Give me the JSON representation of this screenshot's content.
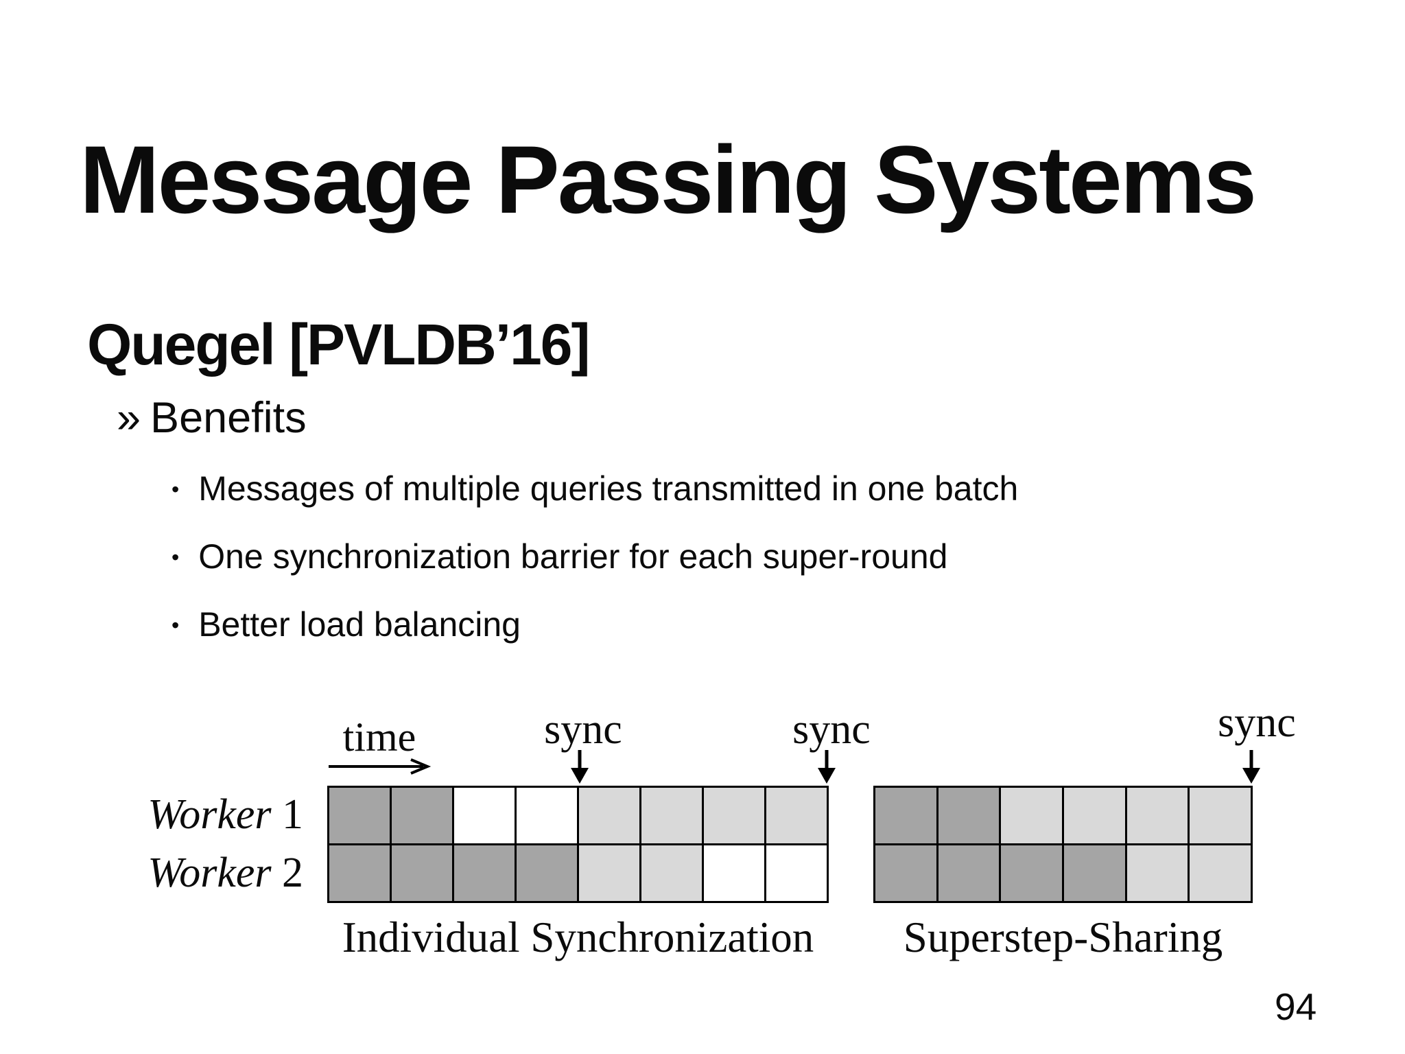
{
  "slide": {
    "title": "Message Passing Systems",
    "subtitle": "Quegel [PVLDB’16]",
    "benefits": {
      "marker": "»",
      "label": "Benefits"
    },
    "bullets": [
      "Messages of multiple queries transmitted in one batch",
      "One synchronization barrier for each super-round",
      "Better load balancing"
    ],
    "page_number": "94"
  },
  "diagram": {
    "time_label": "time",
    "sync_label": "sync",
    "workers": [
      {
        "name": "Worker",
        "number": "1"
      },
      {
        "name": "Worker",
        "number": "2"
      }
    ],
    "colors": {
      "dark": "#a5a5a5",
      "light": "#d9d9d9",
      "white": "#ffffff"
    },
    "individual_sync": {
      "caption": "Individual Synchronization",
      "rows": [
        [
          "dark",
          "dark",
          "white",
          "white",
          "light",
          "light",
          "light",
          "light"
        ],
        [
          "dark",
          "dark",
          "dark",
          "dark",
          "light",
          "light",
          "white",
          "white"
        ]
      ]
    },
    "superstep_sharing": {
      "caption": "Superstep-Sharing",
      "rows": [
        [
          "dark",
          "dark",
          "light",
          "light",
          "light",
          "light"
        ],
        [
          "dark",
          "dark",
          "dark",
          "dark",
          "light",
          "light"
        ]
      ]
    }
  }
}
